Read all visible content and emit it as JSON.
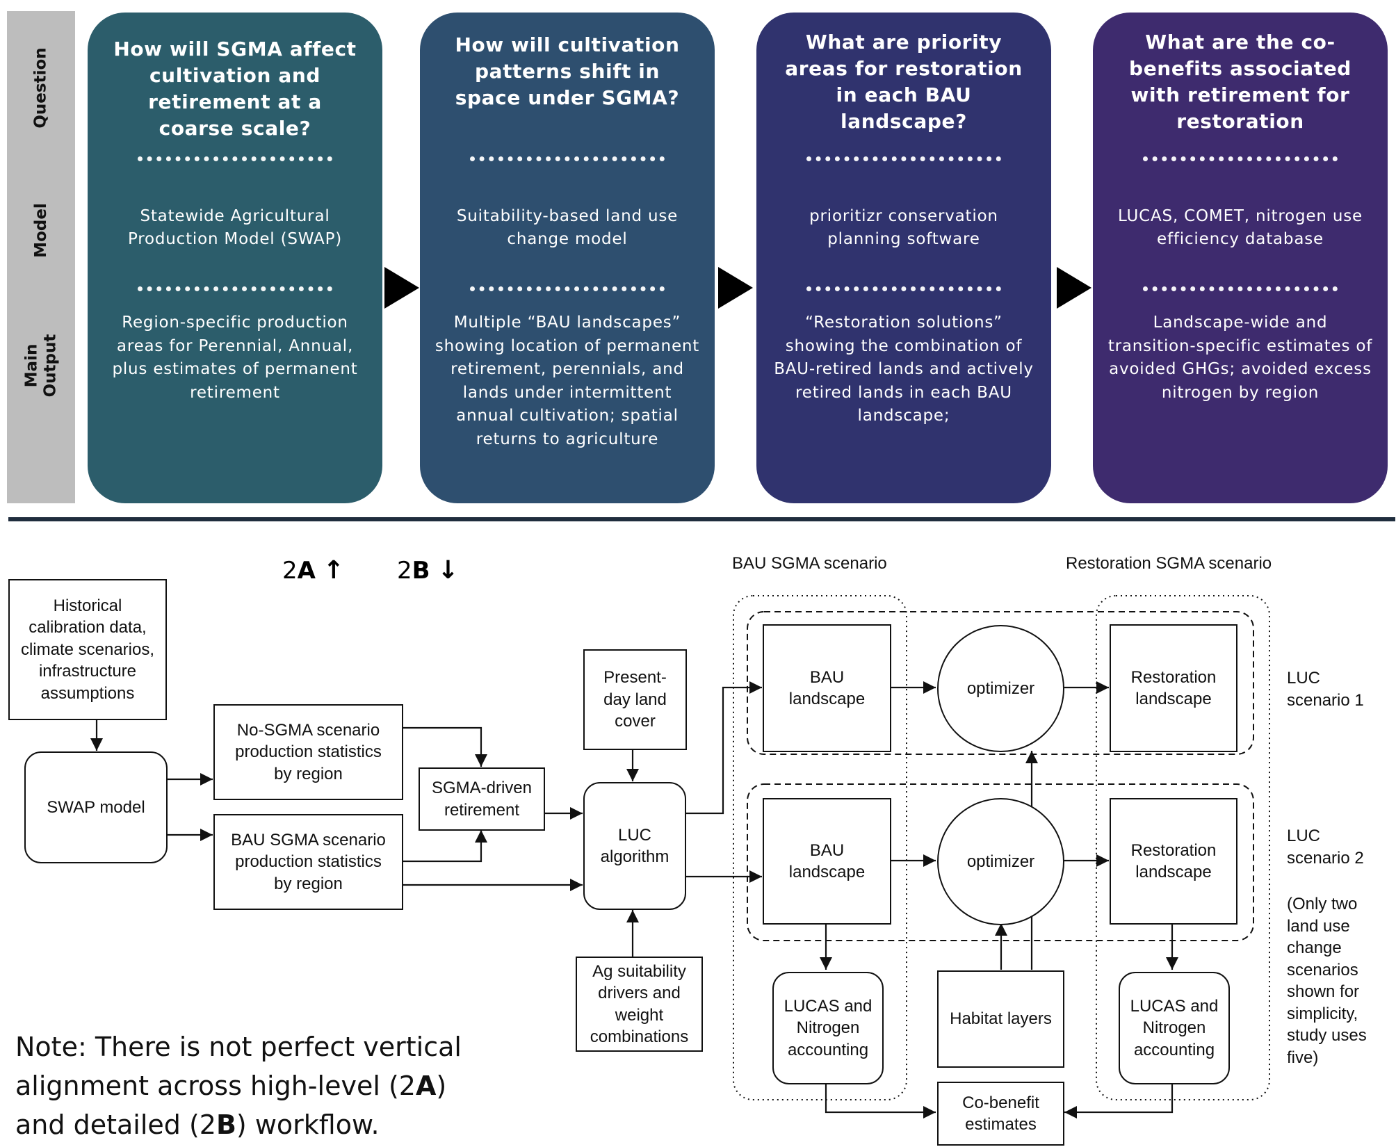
{
  "row_labels": [
    "Question",
    "Model",
    "Main\nOutput"
  ],
  "panels": [
    {
      "question": "How will SGMA affect cultivation and retirement at a coarse scale?",
      "model": "Statewide Agricultural Production Model (SWAP)",
      "output": "Region-specific production areas for Perennial, Annual, plus estimates of permanent retirement",
      "color": "#2c5d6b"
    },
    {
      "question": "How will cultivation patterns shift in space under SGMA?",
      "model": "Suitability-based land use change model",
      "output": "Multiple “BAU landscapes” showing location of permanent retirement, perennials, and lands under intermittent annual cultivation; spatial returns to agriculture",
      "color": "#2e4f6f"
    },
    {
      "question": "What are priority areas for restoration in each BAU landscape?",
      "model": "prioritizr conservation planning software",
      "output": "“Restoration solutions” showing the combination of BAU-retired lands and actively retired lands in each BAU landscape;",
      "color": "#30336e"
    },
    {
      "question": "What are the co-benefits associated with retirement for restoration",
      "model": "LUCAS, COMET, nitrogen use efficiency database",
      "output": "Landscape-wide and transition-specific estimates of avoided GHGs; avoided excess nitrogen by region",
      "color": "#3e2b6e"
    }
  ],
  "section_labels": {
    "a_num": "2",
    "a_letter": "A",
    "a_arrow": "↑",
    "b_num": "2",
    "b_letter": "B",
    "b_arrow": "↓"
  },
  "scenario_headers": {
    "bau": "BAU SGMA scenario",
    "restoration": "Restoration SGMA scenario"
  },
  "nodes": {
    "historical": "Historical\ncalibration data,\nclimate scenarios,\ninfrastructure\nassumptions",
    "swap": "SWAP model",
    "no_sgma": "No-SGMA scenario\nproduction statistics\nby region",
    "bau_sgma": "BAU SGMA scenario\nproduction statistics\nby region",
    "sgma_retirement": "SGMA-driven\nretirement",
    "present_day": "Present-\nday land\ncover",
    "luc_algorithm": "LUC\nalgorithm",
    "ag_suitability": "Ag suitability\ndrivers and\nweight\ncombinations",
    "bau_landscape": "BAU\nlandscape",
    "optimizer": "optimizer",
    "restoration_landscape": "Restoration\nlandscape",
    "lucas_nitrogen": "LUCAS and\nNitrogen\naccounting",
    "habitat": "Habitat layers",
    "cobenefit": "Co-benefit\nestimates"
  },
  "luc_labels": {
    "scenario1": "LUC\nscenario 1",
    "scenario2": "LUC\nscenario 2",
    "side_note": "(Only two\nland use\nchange\nscenarios\nshown for\nsimplicity,\nstudy uses\nfive)"
  },
  "note": {
    "part1": "Note: There is not perfect vertical alignment across high-level (2",
    "a_letter": "A",
    "part2": ") and detailed (2",
    "b_letter": "B",
    "part3": ") workflow."
  }
}
